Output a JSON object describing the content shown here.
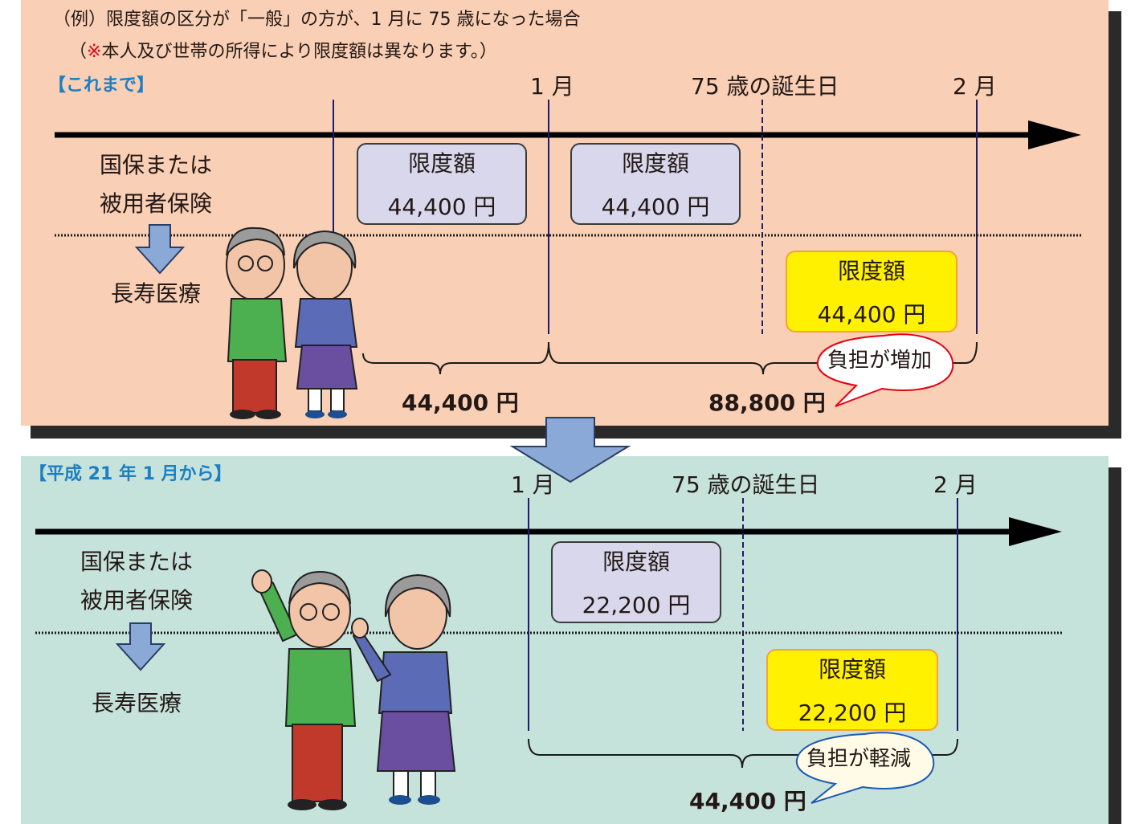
{
  "header": {
    "example_text": "（例）限度額の区分が「一般」の方が、1 月に 75 歳になった場合",
    "note_mark": "※",
    "note_rest": "本人及び世帯の所得により限度額は異なります。）",
    "note_open": "（"
  },
  "before": {
    "section_label": "【これまで】",
    "timeline": {
      "jan": "1 月",
      "birthday": "75 歳の誕生日",
      "feb": "2 月"
    },
    "insurance_upper": [
      "国保または",
      "被用者保険"
    ],
    "insurance_lower": "長寿医療",
    "boxes": [
      {
        "title": "限度額",
        "amount": "44,400 円"
      },
      {
        "title": "限度額",
        "amount": "44,400 円"
      },
      {
        "title": "限度額",
        "amount": "44,400 円"
      }
    ],
    "totals": [
      "44,400 円",
      "88,800 円"
    ],
    "bubble": "負担が増加"
  },
  "after": {
    "section_label": "【平成 21 年 1 月から】",
    "timeline": {
      "jan": "1 月",
      "birthday": "75 歳の誕生日",
      "feb": "2 月"
    },
    "insurance_upper": [
      "国保または",
      "被用者保険"
    ],
    "insurance_lower": "長寿医療",
    "boxes": [
      {
        "title": "限度額",
        "amount": "22,200 円"
      },
      {
        "title": "限度額",
        "amount": "22,200 円"
      }
    ],
    "total": "44,400 円",
    "bubble": "負担が軽減"
  },
  "colors": {
    "top_panel": "#f9cfb5",
    "bottom_panel": "#c5e2db",
    "label_blue": "#1d7fc3",
    "highlight_yellow": "#fff100",
    "note_red": "#e60012",
    "arrow_blue": "#8aa9d6"
  }
}
